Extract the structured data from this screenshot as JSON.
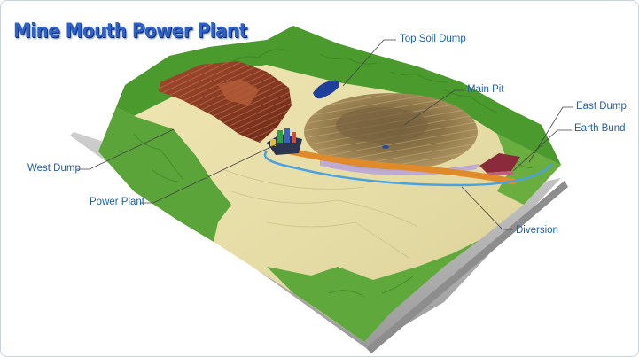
{
  "title": "Mine Mouth Power Plant",
  "labels": {
    "top_soil_dump": "Top Soil Dump",
    "main_pit": "Main Pit",
    "east_dump": "East Dump",
    "earth_bund": "Earth Bund",
    "west_dump": "West Dump",
    "power_plant": "Power Plant",
    "diversion": "Diversion"
  },
  "colors": {
    "label_text": "#2060b0",
    "leader_line": "#444444",
    "title_text": "#2e62c8",
    "terrain_green": "#3f8f2a",
    "terrain_plain": "#e9dfa9",
    "west_dump": "#8a3a24",
    "main_pit": "#9a7d4e",
    "diversion_water": "#4aa3e0",
    "haul_road": "#e08a2a"
  }
}
